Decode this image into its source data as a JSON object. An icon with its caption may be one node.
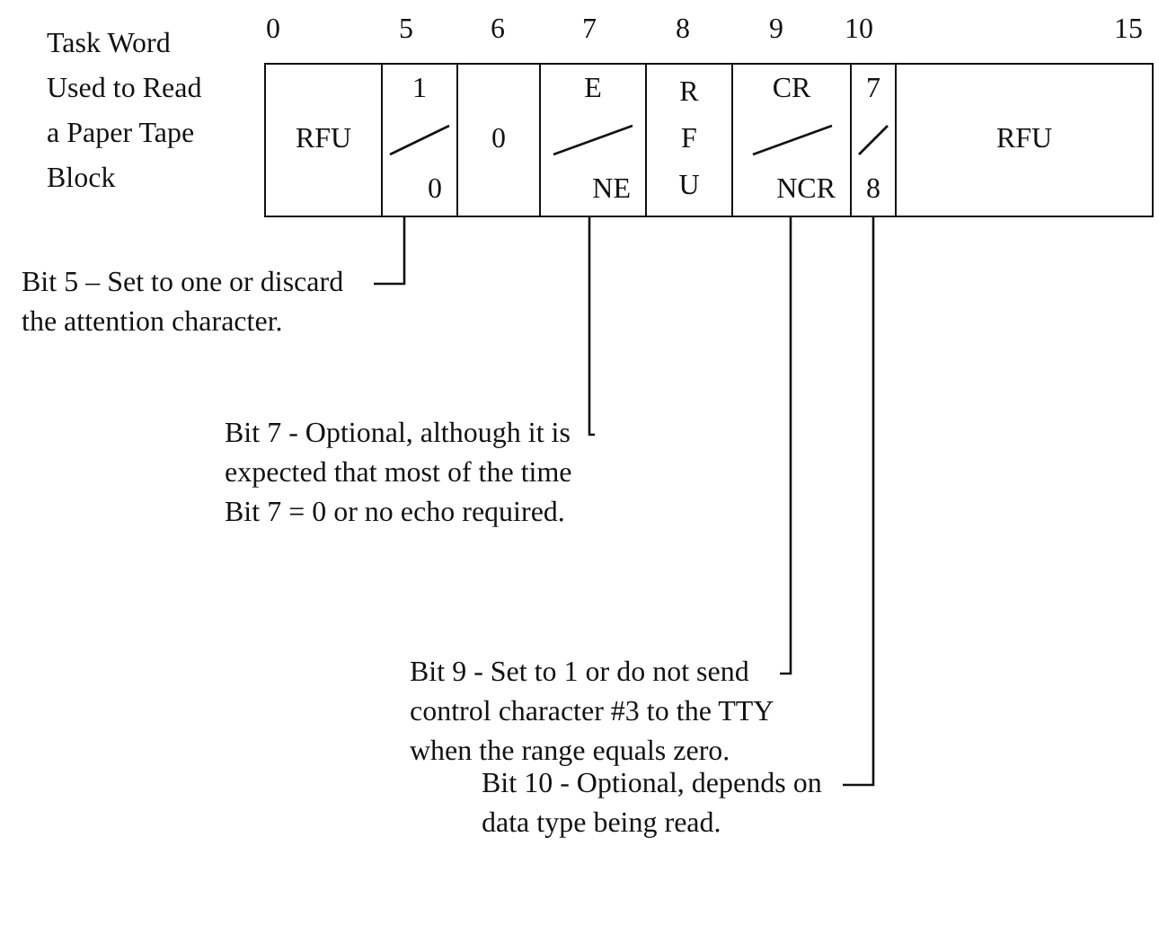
{
  "diagram": {
    "title": "Task Word Used to Read a Paper Tape Block",
    "nodes": [
      {
        "text": [
          "RFU"
        ]
      },
      {
        "text": [
          "1",
          "0"
        ]
      },
      {
        "text": [
          "0"
        ]
      },
      {
        "text": [
          "E",
          "NE"
        ]
      },
      {
        "text": [
          "R F U"
        ]
      },
      {
        "text": [
          "CR",
          "NCR"
        ]
      },
      {
        "text": [
          "7",
          "8"
        ]
      },
      {
        "text": [
          "RFU"
        ]
      },
      {
        "text": [
          "Bit 5 – Set to one or discard the attention character."
        ]
      },
      {
        "text": [
          "Bit 7 - Optional, although it is expected that most of the time Bit 7 = 0 or no echo required."
        ]
      },
      {
        "text": [
          "Bit 9 - Set to 1 or do not send control character #3 to the TTY when the range equals zero."
        ]
      },
      {
        "text": [
          "Bit 10 - Optional, depends on data type being read."
        ]
      }
    ],
    "edges": [
      {
        "from": 8,
        "to": 1,
        "arrow": "none"
      },
      {
        "from": 9,
        "to": 3,
        "arrow": "none"
      },
      {
        "from": 10,
        "to": 5,
        "arrow": "none"
      },
      {
        "from": 11,
        "to": 6,
        "arrow": "none"
      }
    ],
    "labels": [
      "0",
      "5",
      "6",
      "7",
      "8",
      "9",
      "10",
      "15"
    ]
  }
}
